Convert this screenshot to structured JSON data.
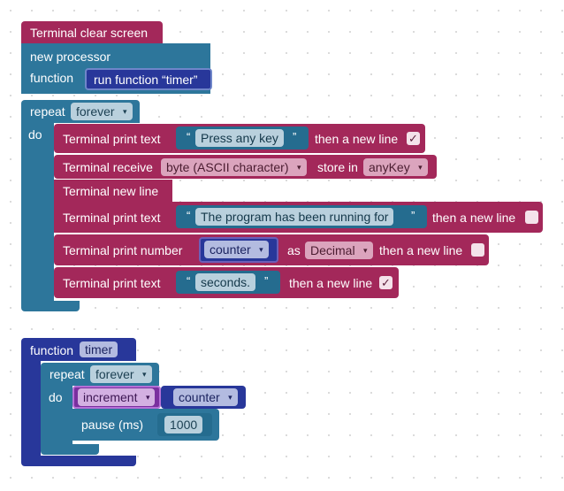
{
  "stack1": {
    "clear_screen": "Terminal clear screen",
    "new_processor": "new processor",
    "function_label": "function",
    "run_function": "run function “timer”",
    "repeat_label": "repeat",
    "repeat_value": "forever",
    "do_label": "do",
    "print1": {
      "label": "Terminal print text",
      "open_quote": "“",
      "text": "Press any key",
      "close_quote": "”",
      "suffix": "then a new line",
      "checked": true,
      "check_glyph": "✓"
    },
    "receive": {
      "label": "Terminal receive",
      "type_value": "byte (ASCII character)",
      "store_label": "store in",
      "store_value": "anyKey"
    },
    "new_line": "Terminal new line",
    "print2": {
      "label": "Terminal print text",
      "open_quote": "“",
      "text": "The program has been running for",
      "close_quote": "”",
      "suffix": "then a new line",
      "checked": false,
      "check_glyph": ""
    },
    "print_number": {
      "label": "Terminal print number",
      "variable": "counter",
      "as_label": "as",
      "format": "Decimal",
      "suffix": "then a new line",
      "checked": false,
      "check_glyph": ""
    },
    "print3": {
      "label": "Terminal print text",
      "open_quote": "“",
      "text": "seconds.",
      "close_quote": "”",
      "suffix": "then a new line",
      "checked": true,
      "check_glyph": "✓"
    }
  },
  "stack2": {
    "function_label": "function",
    "function_name": "timer",
    "repeat_label": "repeat",
    "repeat_value": "forever",
    "do_label": "do",
    "increment_value": "increment",
    "counter_value": "counter",
    "pause_label": "pause (ms)",
    "pause_value": "1000"
  },
  "dropdown_glyph": "▾",
  "colors": {
    "terminal_block": "#a3285a",
    "processor_block": "#2d769b",
    "function_block": "#28379a",
    "variable_block": "#7a2f9f"
  }
}
